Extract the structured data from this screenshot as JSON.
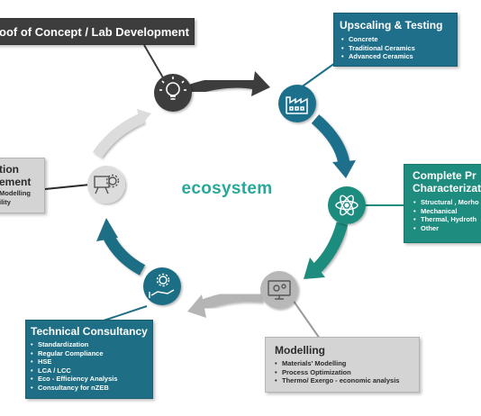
{
  "center_label": "ecosystem",
  "colors": {
    "dark": "#3d3d3d",
    "upscaling": "#1f6f8b",
    "characterization": "#1e8c7e",
    "modelling": "#c9c9c9",
    "consultancy": "#1e6e85",
    "education": "#dcdcdc"
  },
  "stages": {
    "proof": {
      "title": "oof of Concept /  Lab Development",
      "icon": "lightbulb-icon"
    },
    "upscaling": {
      "title": "Upscaling & Testing",
      "icon": "factory-icon",
      "items": [
        "Concrete",
        "Traditional Ceramics",
        "Advanced Ceramics"
      ]
    },
    "characterization": {
      "title_lines": [
        "Complete Pr",
        "Characterizat"
      ],
      "icon": "atom-icon",
      "items": [
        "Structural , Morho",
        "Mechanical",
        "Thermal, Hydroth",
        "Other"
      ]
    },
    "modelling": {
      "title": "Modelling",
      "icon": "computer-gears-icon",
      "items": [
        "Materials' Modelling",
        "Process Optimization",
        "Thermo/ Exergo - economic analysis"
      ]
    },
    "consultancy": {
      "title": "Technical Consultancy",
      "icon": "hand-gear-icon",
      "items": [
        "Standardization",
        "Regular Compliance",
        "HSE",
        "LCA / LCC",
        "Eco - Efficiency Analysis",
        "Consultancy for nZEB"
      ]
    },
    "education": {
      "title_lines": [
        "tion",
        "ement"
      ],
      "icon": "board-gear-icon",
      "items": [
        "Modelling",
        "ility"
      ]
    }
  }
}
